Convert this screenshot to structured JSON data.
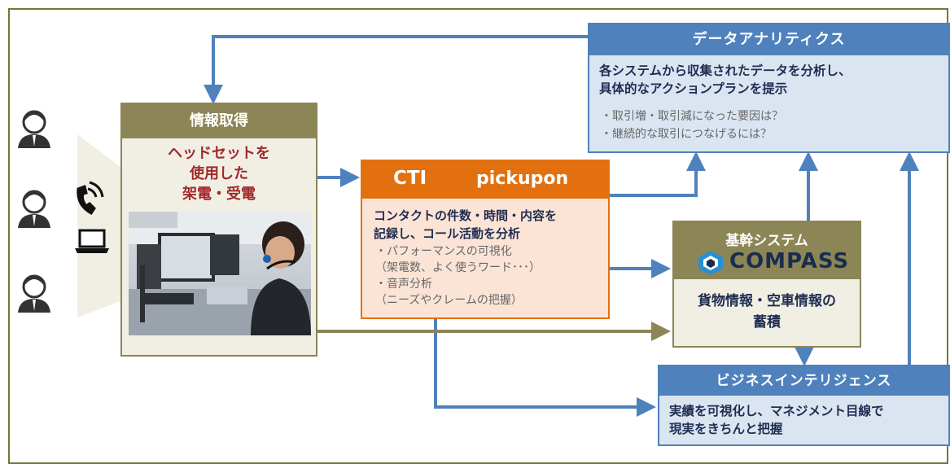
{
  "data_analytics": {
    "title": "データアナリティクス",
    "line1": "各システムから収集されたデータを分析し、",
    "line2": "具体的なアクションプランを提示",
    "q1": "・取引増・取引減になった要因は？",
    "q2": "・継続的な取引につなげるには？"
  },
  "info": {
    "title": "情報取得",
    "line1": "ヘッドセットを",
    "line2": "使用した",
    "line3": "架電・受電"
  },
  "cti": {
    "title": "CTI",
    "brand": "pickupon",
    "line1": "コンタクトの件数・時間・内容を",
    "line2": "記録し、コール活動を分析",
    "sub1": "・パフォーマンスの可視化",
    "sub2": "（架電数、よく使うワード･･･）",
    "sub3": "・音声分析",
    "sub4": "（ニーズやクレームの把握）"
  },
  "core": {
    "title": "基幹システム",
    "logo": "COMPASS",
    "line1": "貨物情報・空車情報の",
    "line2": "蓄積"
  },
  "bi": {
    "title": "ビジネスインテリジェンス",
    "line1": "実績を可視化し、マネジメント目線で",
    "line2": "現実をきちんと把握"
  },
  "colors": {
    "blue": "#4f81bd",
    "olive": "#8c8556",
    "orange": "#e2700f",
    "red": "#a0292b"
  },
  "icons": [
    "person-icon",
    "phone-icon",
    "laptop-icon",
    "photo-headset-operator"
  ]
}
